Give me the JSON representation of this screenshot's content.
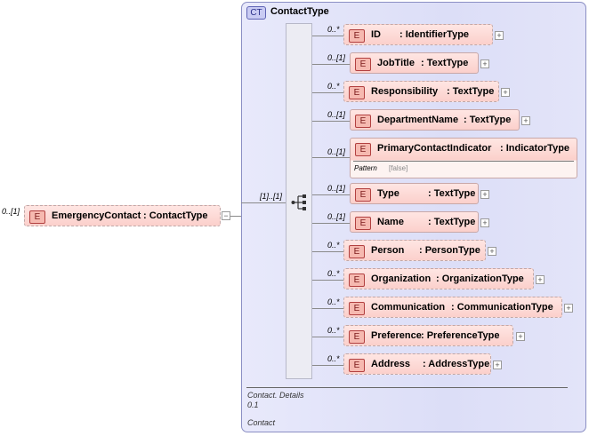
{
  "root": {
    "cardinality": "0..[1]",
    "name": "EmergencyContact",
    "type": ": ContactType"
  },
  "complex_type": {
    "badge": "CT",
    "name": "ContactType"
  },
  "sequence": {
    "cardinality": "[1]..[1]"
  },
  "elements": [
    {
      "card": "0..*",
      "name": "ID",
      "type": ": IdentifierType"
    },
    {
      "card": "0..[1]",
      "name": "JobTitle",
      "type": ": TextType"
    },
    {
      "card": "0..*",
      "name": "Responsibility",
      "type": ": TextType"
    },
    {
      "card": "0..[1]",
      "name": "DepartmentName",
      "type": ": TextType"
    },
    {
      "card": "0..[1]",
      "name": "PrimaryContactIndicator",
      "type": ": IndicatorType",
      "facet_label": "Pattern",
      "facet_value": "[false]"
    },
    {
      "card": "0..[1]",
      "name": "Type",
      "type": ": TextType"
    },
    {
      "card": "0..[1]",
      "name": "Name",
      "type": ": TextType"
    },
    {
      "card": "0..*",
      "name": "Person",
      "type": ": PersonType"
    },
    {
      "card": "0..*",
      "name": "Organization",
      "type": ": OrganizationType"
    },
    {
      "card": "0..*",
      "name": "Communication",
      "type": ": CommunicationType"
    },
    {
      "card": "0..*",
      "name": "Preference",
      "type": ": PreferenceType"
    },
    {
      "card": "0..*",
      "name": "Address",
      "type": ": AddressType"
    }
  ],
  "footer": {
    "line1": "Contact. Details",
    "line2": "0.1",
    "line3": "Contact"
  },
  "icons": {
    "element_badge": "E",
    "expand": "+",
    "collapse": "−"
  }
}
